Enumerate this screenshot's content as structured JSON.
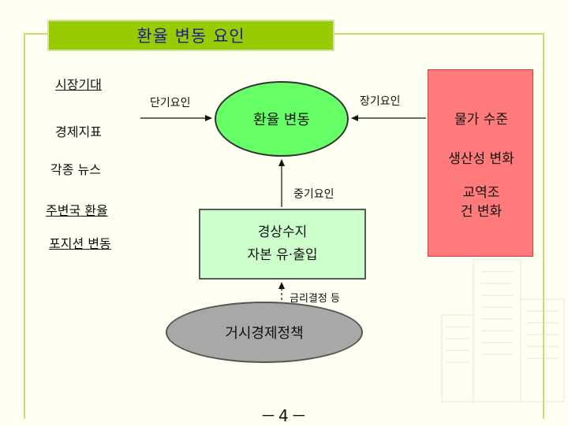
{
  "title": "환율 변동 요인",
  "left_items": [
    "시장기대",
    "경제지표",
    "각종 뉴스",
    "주변국 환율",
    "포지션 변동"
  ],
  "right_items": [
    "물가 수준",
    "생산성 변화",
    "교역조건 변화"
  ],
  "center_ellipse": "환율 변동",
  "center_box_line1": "경상수지",
  "center_box_line2": "자본 유·출입",
  "bottom_ellipse": "거시경제정책",
  "labels": {
    "short_term": "단기요인",
    "long_term": "장기요인",
    "mid_term": "중기요인",
    "interest_rate": "금리결정 등"
  },
  "page_number": "－4－",
  "colors": {
    "title_bg": "#99cc00",
    "title_text": "#1b1b9c",
    "right_box": "#ff7a7a",
    "center_ellipse": "#66ff66",
    "center_box": "#ccffcc",
    "bottom_ellipse": "#a8a8a8",
    "frame": "#c9dc7a"
  }
}
